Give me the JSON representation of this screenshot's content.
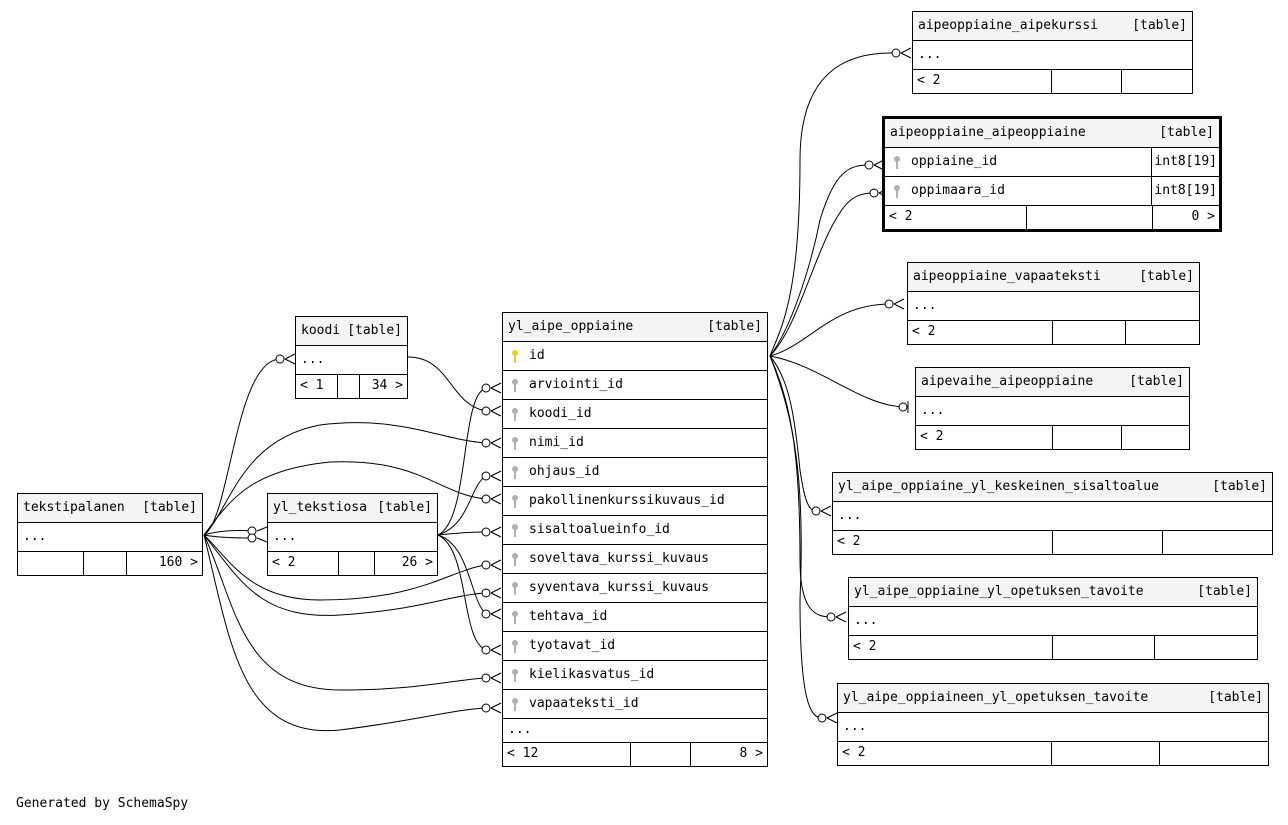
{
  "generated_by": "Generated by SchemaSpy",
  "tables": {
    "aipeoppiaine_aipekurssi": {
      "name": "aipeoppiaine_aipekurssi",
      "tag": "[table]",
      "ellipsis": "...",
      "parents": "< 2",
      "children": ""
    },
    "aipeoppiaine_aipeoppiaine": {
      "name": "aipeoppiaine_aipeoppiaine",
      "tag": "[table]",
      "columns": [
        {
          "name": "oppiaine_id",
          "type": "int8[19]"
        },
        {
          "name": "oppimaara_id",
          "type": "int8[19]"
        }
      ],
      "parents": "< 2",
      "children": "0 >"
    },
    "aipeoppiaine_vapaateksti": {
      "name": "aipeoppiaine_vapaateksti",
      "tag": "[table]",
      "ellipsis": "...",
      "parents": "< 2",
      "children": ""
    },
    "aipevaihe_aipeoppiaine": {
      "name": "aipevaihe_aipeoppiaine",
      "tag": "[table]",
      "ellipsis": "...",
      "parents": "< 2",
      "children": ""
    },
    "keskeinen_sisaltoalue": {
      "name": "yl_aipe_oppiaine_yl_keskeinen_sisaltoalue",
      "tag": "[table]",
      "ellipsis": "...",
      "parents": "< 2",
      "children": ""
    },
    "opetuksen_tavoite": {
      "name": "yl_aipe_oppiaine_yl_opetuksen_tavoite",
      "tag": "[table]",
      "ellipsis": "...",
      "parents": "< 2",
      "children": ""
    },
    "oppiaineen_tavoite": {
      "name": "yl_aipe_oppiaineen_yl_opetuksen_tavoite",
      "tag": "[table]",
      "ellipsis": "...",
      "parents": "< 2",
      "children": ""
    },
    "koodi": {
      "name": "koodi",
      "tag": "[table]",
      "ellipsis": "...",
      "parents": "< 1",
      "children": "34 >"
    },
    "tekstipalanen": {
      "name": "tekstipalanen",
      "tag": "[table]",
      "ellipsis": "...",
      "parents": "",
      "children": "160 >"
    },
    "yl_tekstiosa": {
      "name": "yl_tekstiosa",
      "tag": "[table]",
      "ellipsis": "...",
      "parents": "< 2",
      "children": "26 >"
    },
    "yl_aipe_oppiaine": {
      "name": "yl_aipe_oppiaine",
      "tag": "[table]",
      "columns": [
        {
          "name": "id",
          "pk": true
        },
        {
          "name": "arviointi_id"
        },
        {
          "name": "koodi_id"
        },
        {
          "name": "nimi_id"
        },
        {
          "name": "ohjaus_id"
        },
        {
          "name": "pakollinenkurssikuvaus_id"
        },
        {
          "name": "sisaltoalueinfo_id"
        },
        {
          "name": "soveltava_kurssi_kuvaus"
        },
        {
          "name": "syventava_kurssi_kuvaus"
        },
        {
          "name": "tehtava_id"
        },
        {
          "name": "tyotavat_id"
        },
        {
          "name": "kielikasvatus_id"
        },
        {
          "name": "vapaateksti_id"
        }
      ],
      "ellipsis": "...",
      "parents": "< 12",
      "children": "8 >"
    }
  },
  "colors": {
    "header_bg": "#f4f4f4",
    "pk_key": "#e6d21a",
    "fk_key": "#b0b0b0"
  }
}
